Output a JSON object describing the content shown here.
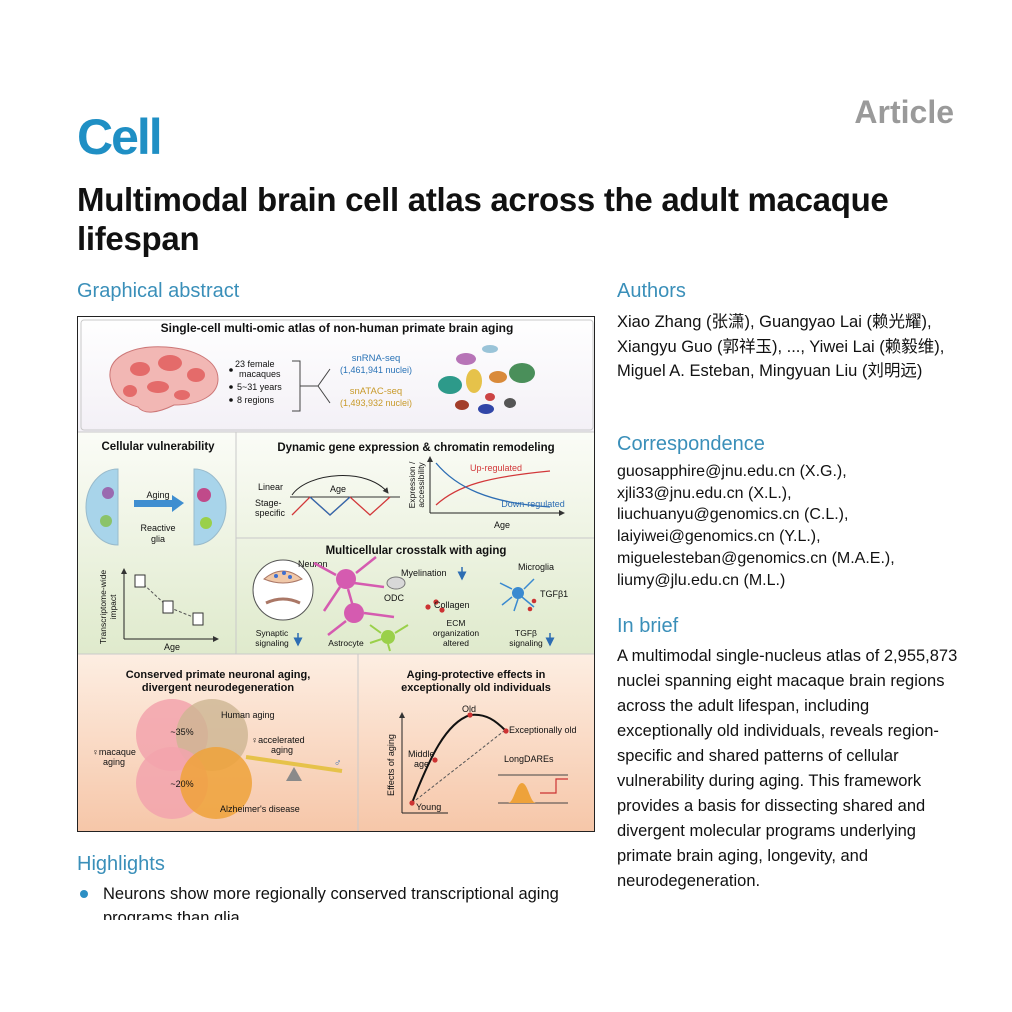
{
  "header": {
    "journal": "Cell",
    "article_type": "Article",
    "title": "Multimodal brain cell atlas across the adult macaque lifespan"
  },
  "sections": {
    "graphical_abstract": "Graphical abstract",
    "highlights": "Highlights",
    "authors": "Authors",
    "correspondence": "Correspondence",
    "in_brief": "In brief"
  },
  "authors_text": "Xiao Zhang (张潇), Guangyao Lai (赖光耀), Xiangyu Guo (郭祥玉), ..., Yiwei Lai (赖毅维), Miguel A. Esteban, Mingyuan Liu (刘明远)",
  "correspondence": [
    "guosapphire@jnu.edu.cn (X.G.),",
    "xjli33@jnu.edu.cn (X.L.),",
    "liuchuanyu@genomics.cn (C.L.),",
    "laiyiwei@genomics.cn (Y.L.),",
    "miguelesteban@genomics.cn (M.A.E.),",
    "liumy@jlu.edu.cn (M.L.)"
  ],
  "in_brief_text": "A multimodal single-nucleus atlas of 2,955,873 nuclei spanning eight macaque brain regions across the adult lifespan, including exceptionally old individuals, reveals region-specific and shared patterns of cellular vulnerability during aging. This framework provides a basis for dissecting shared and divergent molecular programs underlying primate brain aging, longevity, and neurodegeneration.",
  "highlights": [
    "Neurons show more regionally conserved transcriptional aging programs than glia"
  ],
  "abstract": {
    "top": {
      "title": "Single-cell multi-omic atlas of non-human primate brain aging",
      "bullet1_a": "23 female",
      "bullet1_b": "macaques",
      "bullet2": "5~31 years",
      "bullet3": "8 regions",
      "rna_label": "snRNA-seq",
      "rna_count": "(1,461,941 nuclei)",
      "atac_label": "snATAC-seq",
      "atac_count": "(1,493,932 nuclei)"
    },
    "vulnerability": {
      "title": "Cellular vulnerability",
      "aging": "Aging",
      "reactive_a": "Reactive",
      "reactive_b": "glia",
      "ylabel_a": "Transcriptome-wide",
      "ylabel_b": "impact",
      "xlabel": "Age"
    },
    "dynamic": {
      "title": "Dynamic gene expression & chromatin remodeling",
      "linear": "Linear",
      "stage_a": "Stage-",
      "stage_b": "specific",
      "age": "Age",
      "ylabel_a": "Expression /",
      "ylabel_b": "accessibility",
      "up": "Up-regulated",
      "down": "Down-regulated",
      "xlabel": "Age"
    },
    "crosstalk": {
      "title": "Multicellular crosstalk with aging",
      "neuron": "Neuron",
      "myelination": "Myelination",
      "microglia": "Microglia",
      "odc": "ODC",
      "tgfb1": "TGFβ1",
      "collagen": "Collagen",
      "synaptic_a": "Synaptic",
      "synaptic_b": "signaling",
      "astrocyte": "Astrocyte",
      "ecm_a": "ECM",
      "ecm_b": "organization",
      "ecm_c": "altered",
      "tgfb_a": "TGFβ",
      "tgfb_b": "signaling"
    },
    "conserved": {
      "title_a": "Conserved primate neuronal aging,",
      "title_b": "divergent neurodegeneration",
      "human_aging": "Human aging",
      "pct35": "~35%",
      "macaque_a": "♀macaque",
      "macaque_b": "aging",
      "accel_a": "♀accelerated",
      "accel_b": "aging",
      "male": "♂",
      "pct20": "~20%",
      "alz": "Alzheimer's disease"
    },
    "protective": {
      "title_a": "Aging-protective effects in",
      "title_b": "exceptionally old individuals",
      "old": "Old",
      "exc_old": "Exceptionally old",
      "middle_a": "Middle",
      "middle_b": "age",
      "ylabel": "Effects of aging",
      "longdares": "LongDAREs",
      "young": "Young"
    }
  },
  "colors": {
    "journal_blue": "#1f8fc4",
    "section_blue": "#3a8fb9",
    "article_gray": "#9a9a9a",
    "up_red": "#d2383a",
    "down_blue": "#2d6db3",
    "atac_gold": "#c89a2a"
  }
}
